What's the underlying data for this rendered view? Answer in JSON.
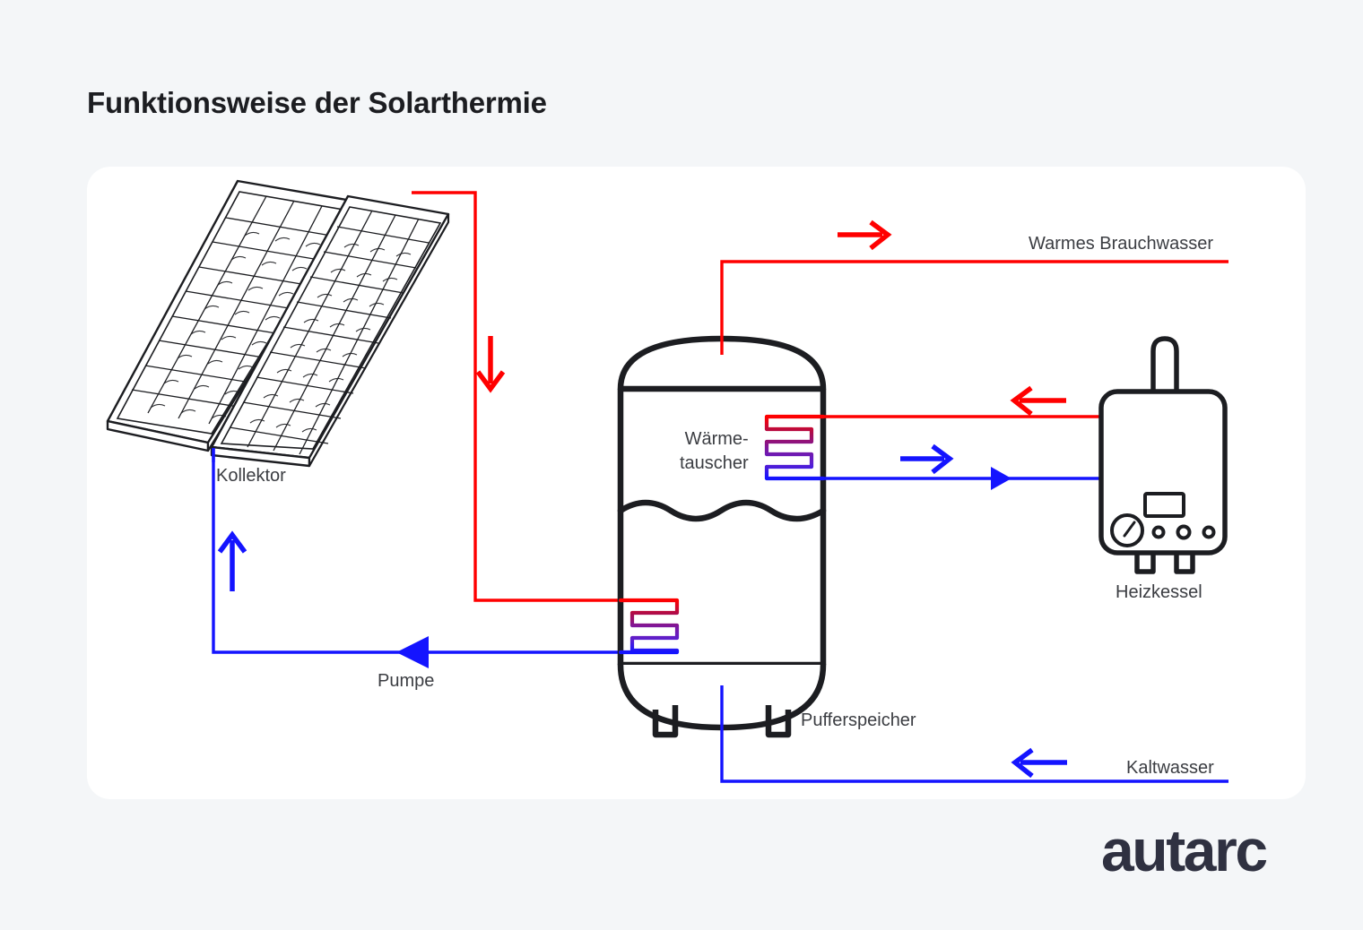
{
  "page": {
    "title": "Funktionsweise der Solarthermie",
    "background_color": "#f4f6f8",
    "card_color": "#ffffff",
    "brand": "autarc",
    "brand_color": "#2f3141"
  },
  "colors": {
    "hot": "#ff0000",
    "cold": "#1414ff",
    "stroke": "#1c1d21",
    "text": "#3b3d42",
    "coil_gradient": [
      "#ff0000",
      "#aa0d4e",
      "#7b17a0",
      "#5b1fd0",
      "#1414ff"
    ]
  },
  "labels": {
    "kollektor": "Kollektor",
    "pumpe": "Pumpe",
    "waermetauscher_line1": "Wärme-",
    "waermetauscher_line2": "tauscher",
    "pufferspeicher": "Pufferspeicher",
    "heizkessel": "Heizkessel",
    "warmes_brauchwasser": "Warmes Brauchwasser",
    "kaltwasser": "Kaltwasser"
  },
  "components": [
    {
      "id": "kollektor",
      "name": "Kollektor",
      "type": "solar-collector",
      "panels": 2
    },
    {
      "id": "pufferspeicher",
      "name": "Pufferspeicher",
      "type": "buffer-tank",
      "heat_exchangers": 2
    },
    {
      "id": "heizkessel",
      "name": "Heizkessel",
      "type": "boiler"
    },
    {
      "id": "pumpe",
      "name": "Pumpe",
      "type": "pump"
    }
  ],
  "flows": [
    {
      "id": "solar-vorlauf",
      "from": "Kollektor",
      "to": "Pufferspeicher",
      "color": "#ff0000",
      "medium": "hot"
    },
    {
      "id": "solar-ruecklauf",
      "from": "Pufferspeicher",
      "to": "Kollektor",
      "color": "#1414ff",
      "medium": "cold"
    },
    {
      "id": "brauchwasser-warm",
      "from": "Pufferspeicher",
      "to": "Warmes Brauchwasser",
      "color": "#ff0000",
      "medium": "hot"
    },
    {
      "id": "kessel-vorlauf",
      "from": "Heizkessel",
      "to": "Pufferspeicher",
      "color": "#ff0000",
      "medium": "hot"
    },
    {
      "id": "kessel-ruecklauf",
      "from": "Pufferspeicher",
      "to": "Heizkessel",
      "color": "#1414ff",
      "medium": "cold"
    },
    {
      "id": "kaltwasser-zulauf",
      "from": "Kaltwasser",
      "to": "Pufferspeicher",
      "color": "#1414ff",
      "medium": "cold"
    }
  ]
}
